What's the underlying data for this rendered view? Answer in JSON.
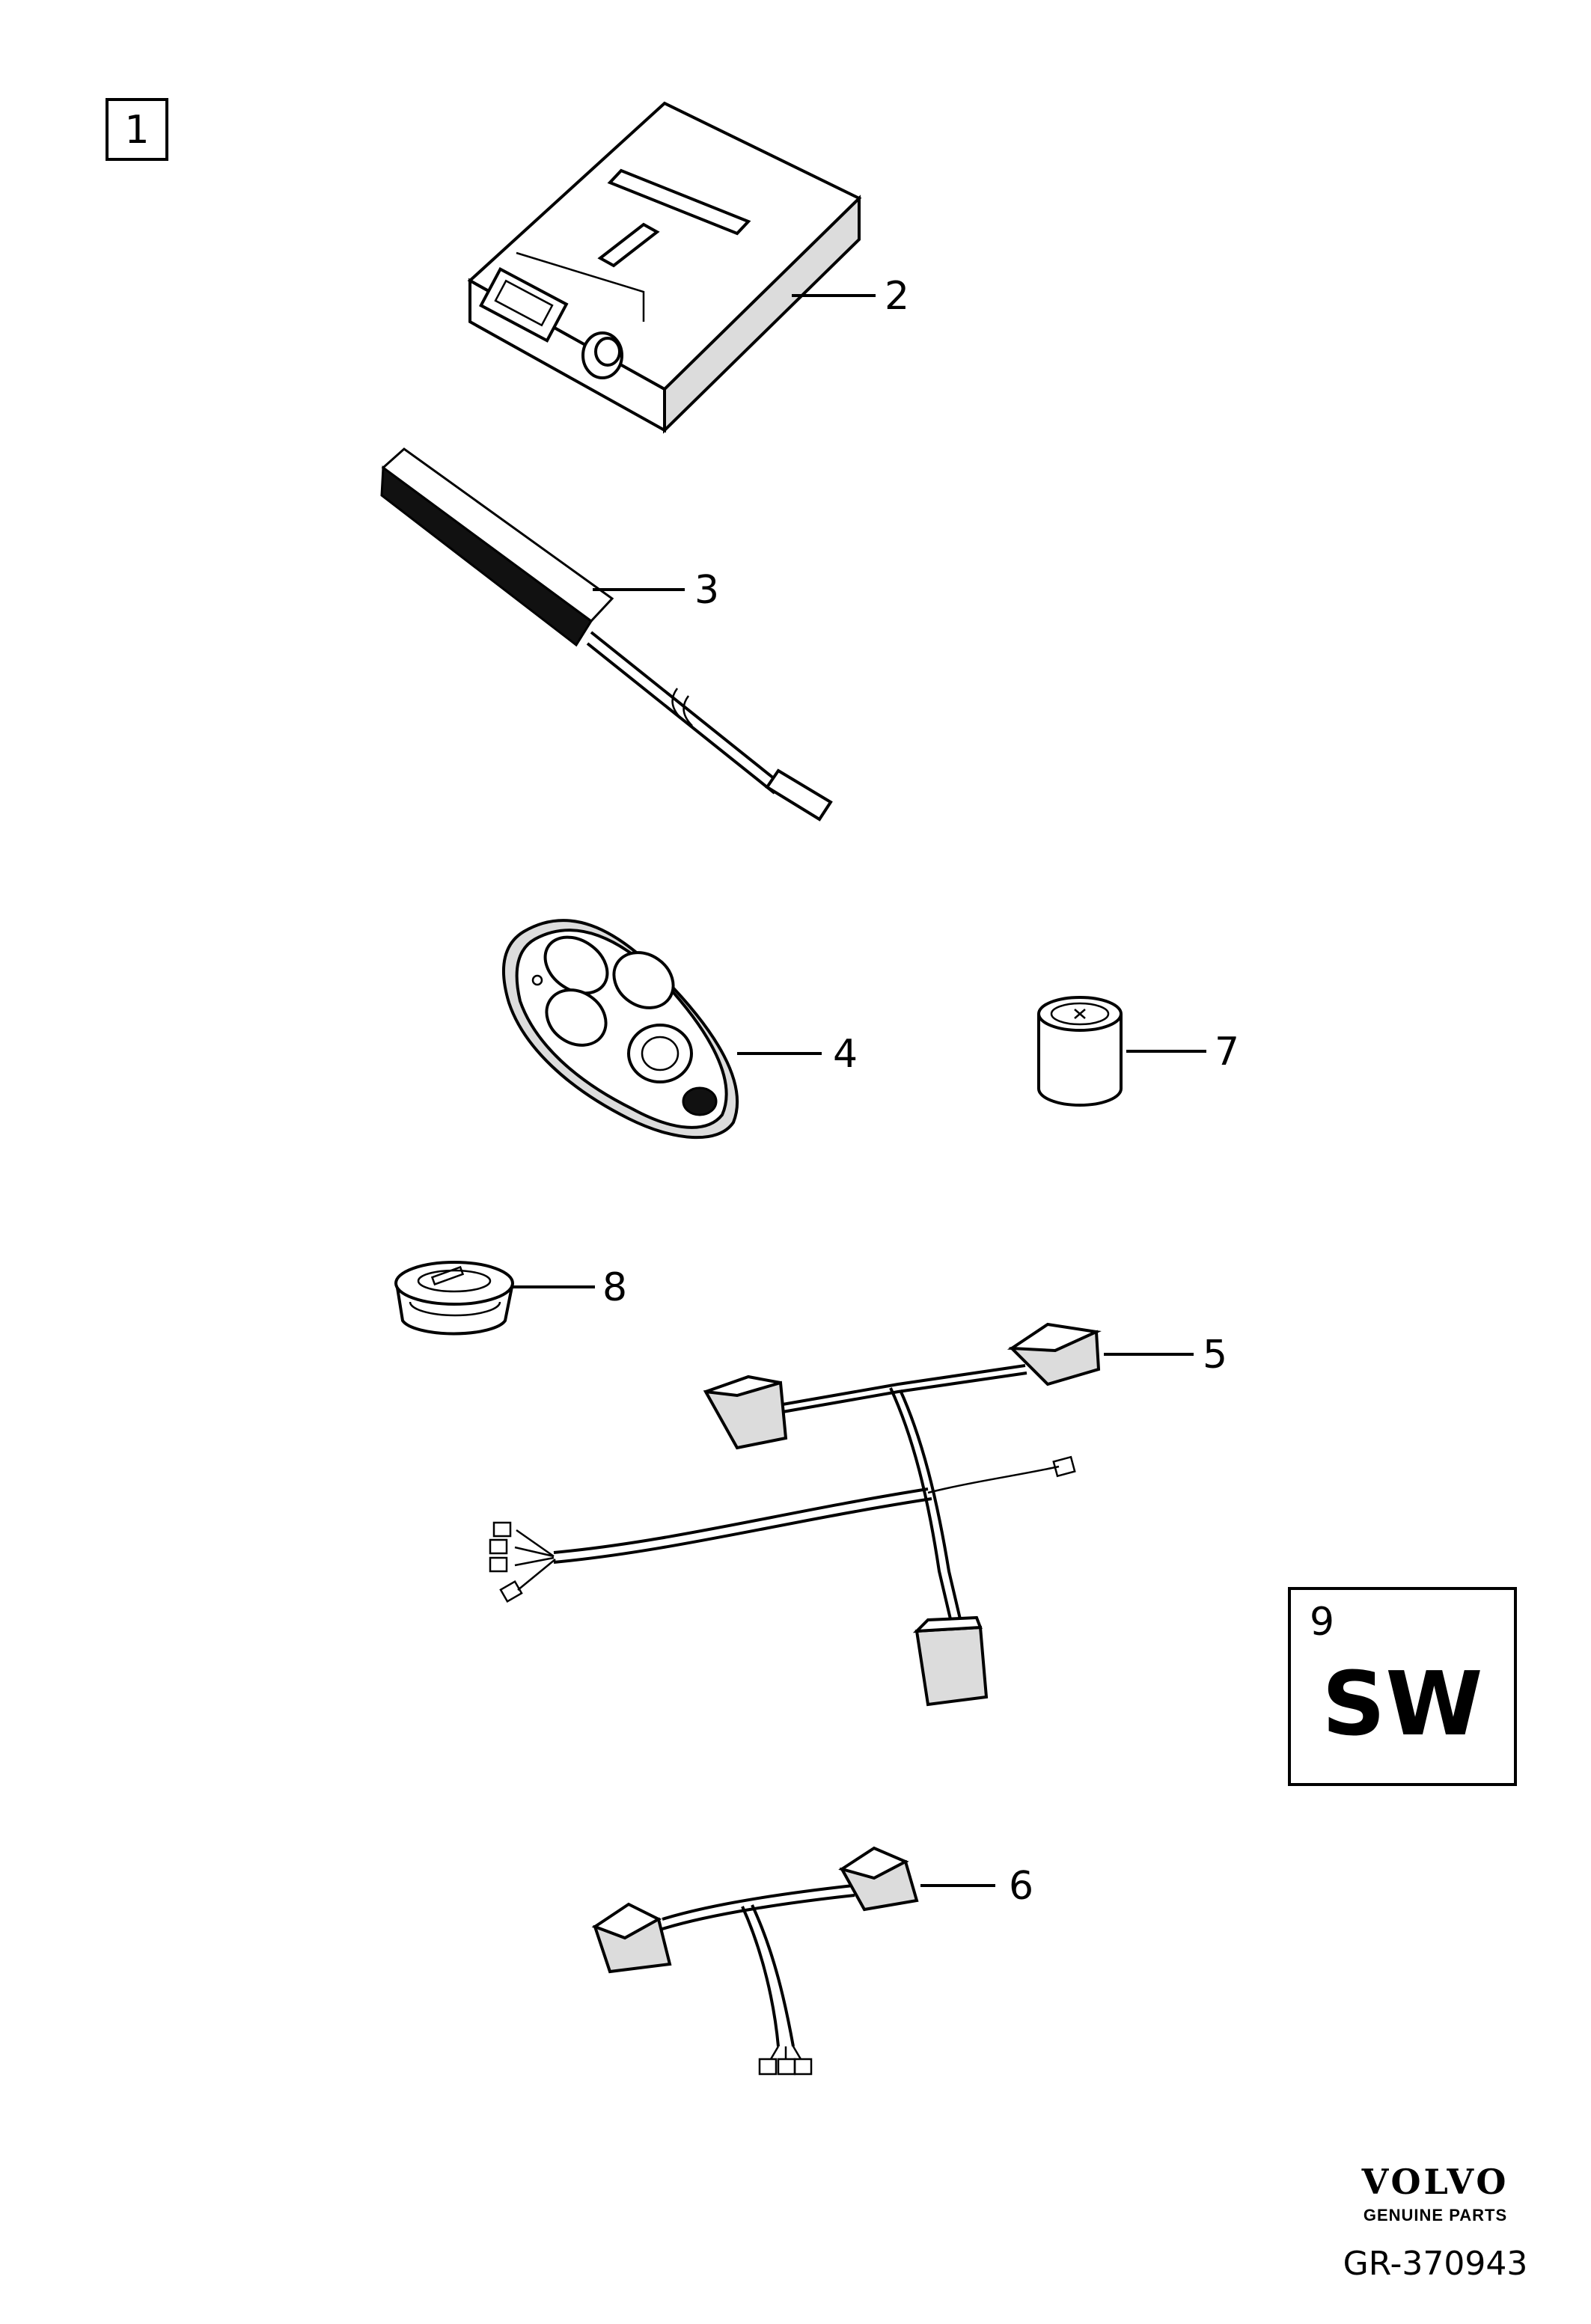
{
  "diagram": {
    "kit_number": "1",
    "callouts": [
      {
        "id": "2",
        "label": "2"
      },
      {
        "id": "3",
        "label": "3"
      },
      {
        "id": "4",
        "label": "4"
      },
      {
        "id": "5",
        "label": "5"
      },
      {
        "id": "6",
        "label": "6"
      },
      {
        "id": "7",
        "label": "7"
      },
      {
        "id": "8",
        "label": "8"
      }
    ],
    "software_box": {
      "number": "9",
      "label": "SW"
    }
  },
  "footer": {
    "brand": "VOLVO",
    "tagline": "GENUINE PARTS",
    "reference": "GR-370943"
  }
}
